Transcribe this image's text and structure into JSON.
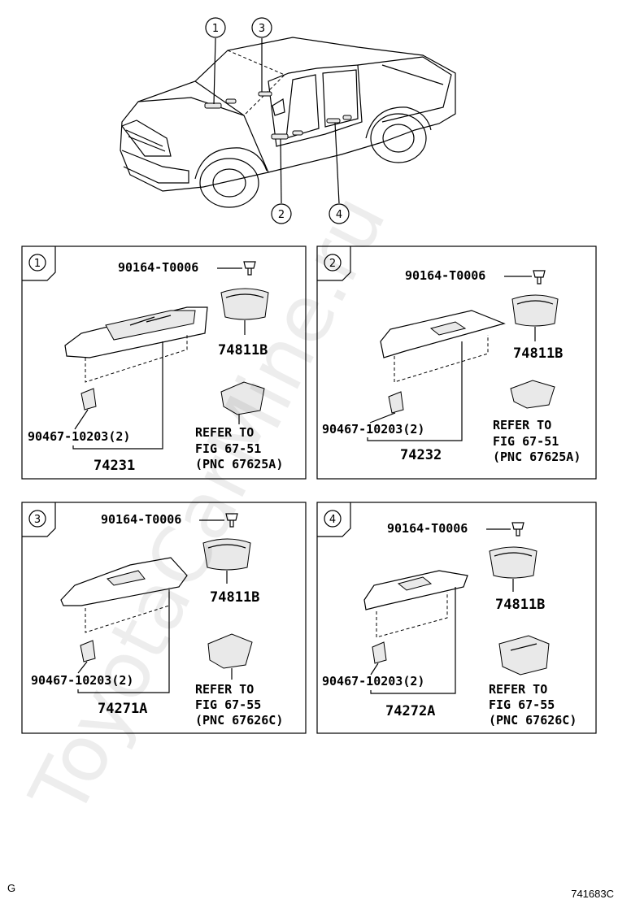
{
  "watermark": "ToyotaCarMine.ru",
  "footer": {
    "left": "G",
    "right": "741683C"
  },
  "vehicle_callouts": [
    "1",
    "2",
    "3",
    "4"
  ],
  "panels": [
    {
      "badge": "1",
      "screw": "90164-T0006",
      "bezel": "74811B",
      "clip": "90467-10203(2)",
      "switch": "74231",
      "refer": [
        "REFER TO",
        "FIG 67-51",
        "(PNC 67625A)"
      ]
    },
    {
      "badge": "2",
      "screw": "90164-T0006",
      "bezel": "74811B",
      "clip": "90467-10203(2)",
      "switch": "74232",
      "refer": [
        "REFER TO",
        "FIG 67-51",
        "(PNC 67625A)"
      ]
    },
    {
      "badge": "3",
      "screw": "90164-T0006",
      "bezel": "74811B",
      "clip": "90467-10203(2)",
      "switch": "74271A",
      "refer": [
        "REFER TO",
        "FIG 67-55",
        "(PNC 67626C)"
      ]
    },
    {
      "badge": "4",
      "screw": "90164-T0006",
      "bezel": "74811B",
      "clip": "90467-10203(2)",
      "switch": "74272A",
      "refer": [
        "REFER TO",
        "FIG 67-55",
        "(PNC 67626C)"
      ]
    }
  ]
}
